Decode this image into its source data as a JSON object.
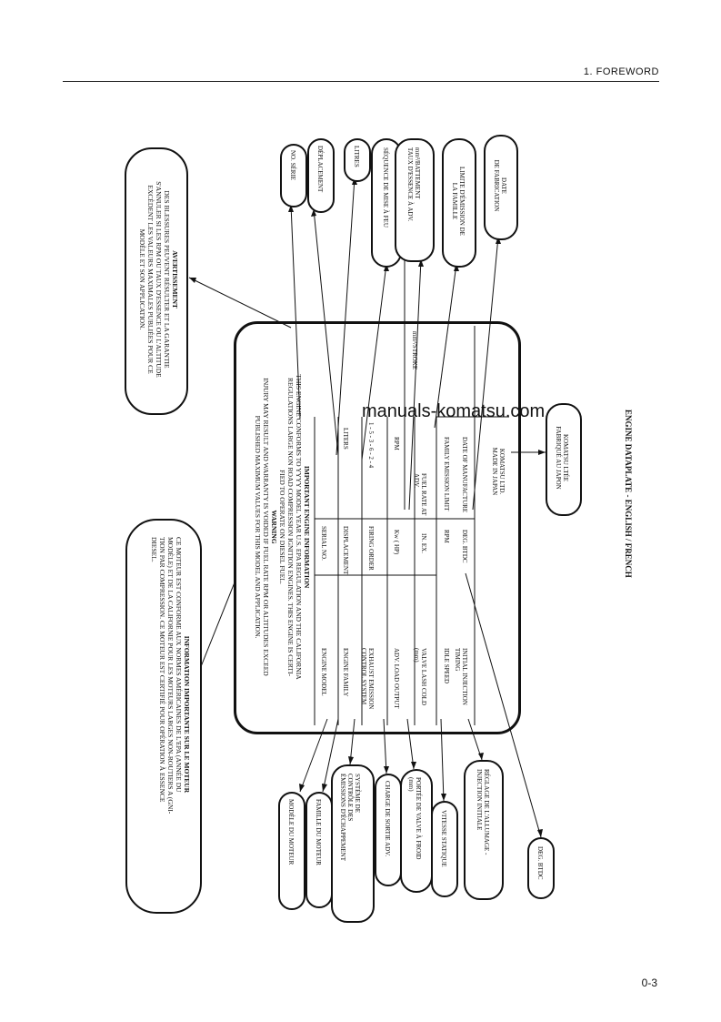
{
  "header": {
    "section": "1. FOREWORD"
  },
  "page_number": "0-3",
  "watermark": "manuals-komatsu.com",
  "caption": "ENGINE DATAPLATE - ENGLISH / FRENCH",
  "warning_box": {
    "title": "AVERTISSEMENT",
    "lines": [
      "DES BLESSURES PEUVENT RÉSULTER ET LA GARANTIE",
      "S'ANNULER SI LES RPM OU TAUX D'ESSENCE OU L'ALTITUDE",
      "EXCÈDENT LES VALEURS MAXIMALES PUBLIÉES POUR CE",
      "MODÈLE ET SON APPLICATION."
    ]
  },
  "info_box": {
    "title": "INFORMATION IMPORTANTE SUR LE MOTEUR",
    "lines": [
      "CE MOTEUR EST CONFORME AUX NORMES AMÉRICAINES DE L'EPA (ANNÉE DU",
      "MODÈLE) ET DE LA CALIFORNIE POUR LES MOTEURS LARGES NON-ROUTIERS A (GNI-",
      "TION PAR COMPRESSION. CE MOTEUR EST CERTIFIÉ POUR OPÉRATION À ESSENCE",
      "DIESEL."
    ]
  },
  "top_labels": [
    "NO. SÉRIE",
    "DÉPLACEMENT",
    "LITRES",
    "SÉQUENCE DE MISE À FEU",
    "mm³/BATTEMENT",
    "TAUX D'ESSENCE À ADV.",
    "LIMITE D'ÉMISSION DE",
    "LA FAMILLE",
    "DATE",
    "DE FABRICATION"
  ],
  "bottom_labels": [
    "MODÈLE DU MOTEUR",
    "FAMILLE DU MOTEUR",
    "SYSTÈME DE",
    "CONTRÔLE DES",
    "ÉMISSIONS D'ÉCHAPPEMENT",
    "CHARGE DE SORTIE ADV.",
    "PORTÉE DE VALVE À FROID",
    "(mm)",
    "VITESSE STATIQUE",
    "RÉGLAGE DE L'ALLUMAGE -",
    "INJECTION INITIALE",
    "DEG. BTDC"
  ],
  "maker_label": [
    "KOMATSU LTÉE",
    "FABRIQUÉ AU JAPON"
  ],
  "plate": {
    "title": "IMPORTANT ENGINE INFORMATION",
    "intro": [
      "THIS ENGINE CONFORMS TO YYYY MODEL YEAR U.S. EPA REGULATION AND THE CALIFORNIA",
      "REGULATIONS LARGE NON ROAD COMPRESSION IGNITION ENGINES. THIS ENGINE IS CERTI-",
      "FIED TO OPERATE ON DIESEL FUEL."
    ],
    "warning_title": "WARNING",
    "warning": [
      "INJURY MAY RESULT AND WARRANTY IS VOIDED IF FUEL RATE RPM OR ALTITUDES EXCEED",
      "PUBLISHED MAXIMUM VALUES FOR THIS MODEL AND APPLICATION."
    ],
    "rows": [
      {
        "left": "ENGINE MODEL",
        "right": "SERIAL NO."
      },
      {
        "left": "ENGINE FAMILY",
        "right": "DISPLACEMENT",
        "unit": "LITERS"
      },
      {
        "left": "EXHAUST EMISSION CONTROL SYSTEM",
        "right": "FIRING ORDER",
        "unit": "1 - 5 - 3 - 6 - 2 - 4"
      },
      {
        "left": "ADV. LOAD OUTPUT",
        "mid": "Kw  (        HP)",
        "unit": "RPM"
      },
      {
        "left": "VALVE LASH COLD (mm)",
        "mid": "IN.          EX.",
        "right": "FUEL RATE AT ADV.",
        "unit": "mm³/STROKE"
      },
      {
        "left": "IDLE SPEED",
        "mid": "RPM",
        "right": "FAMILY EMISSION LIMIT"
      },
      {
        "left": "INITIAL INJECTION TIMING",
        "mid": "DEG. BTDC",
        "right": "DATE OF MANUFACTURE"
      }
    ],
    "footer": [
      "KOMATSU LTD.",
      "MADE IN JAPAN"
    ]
  }
}
